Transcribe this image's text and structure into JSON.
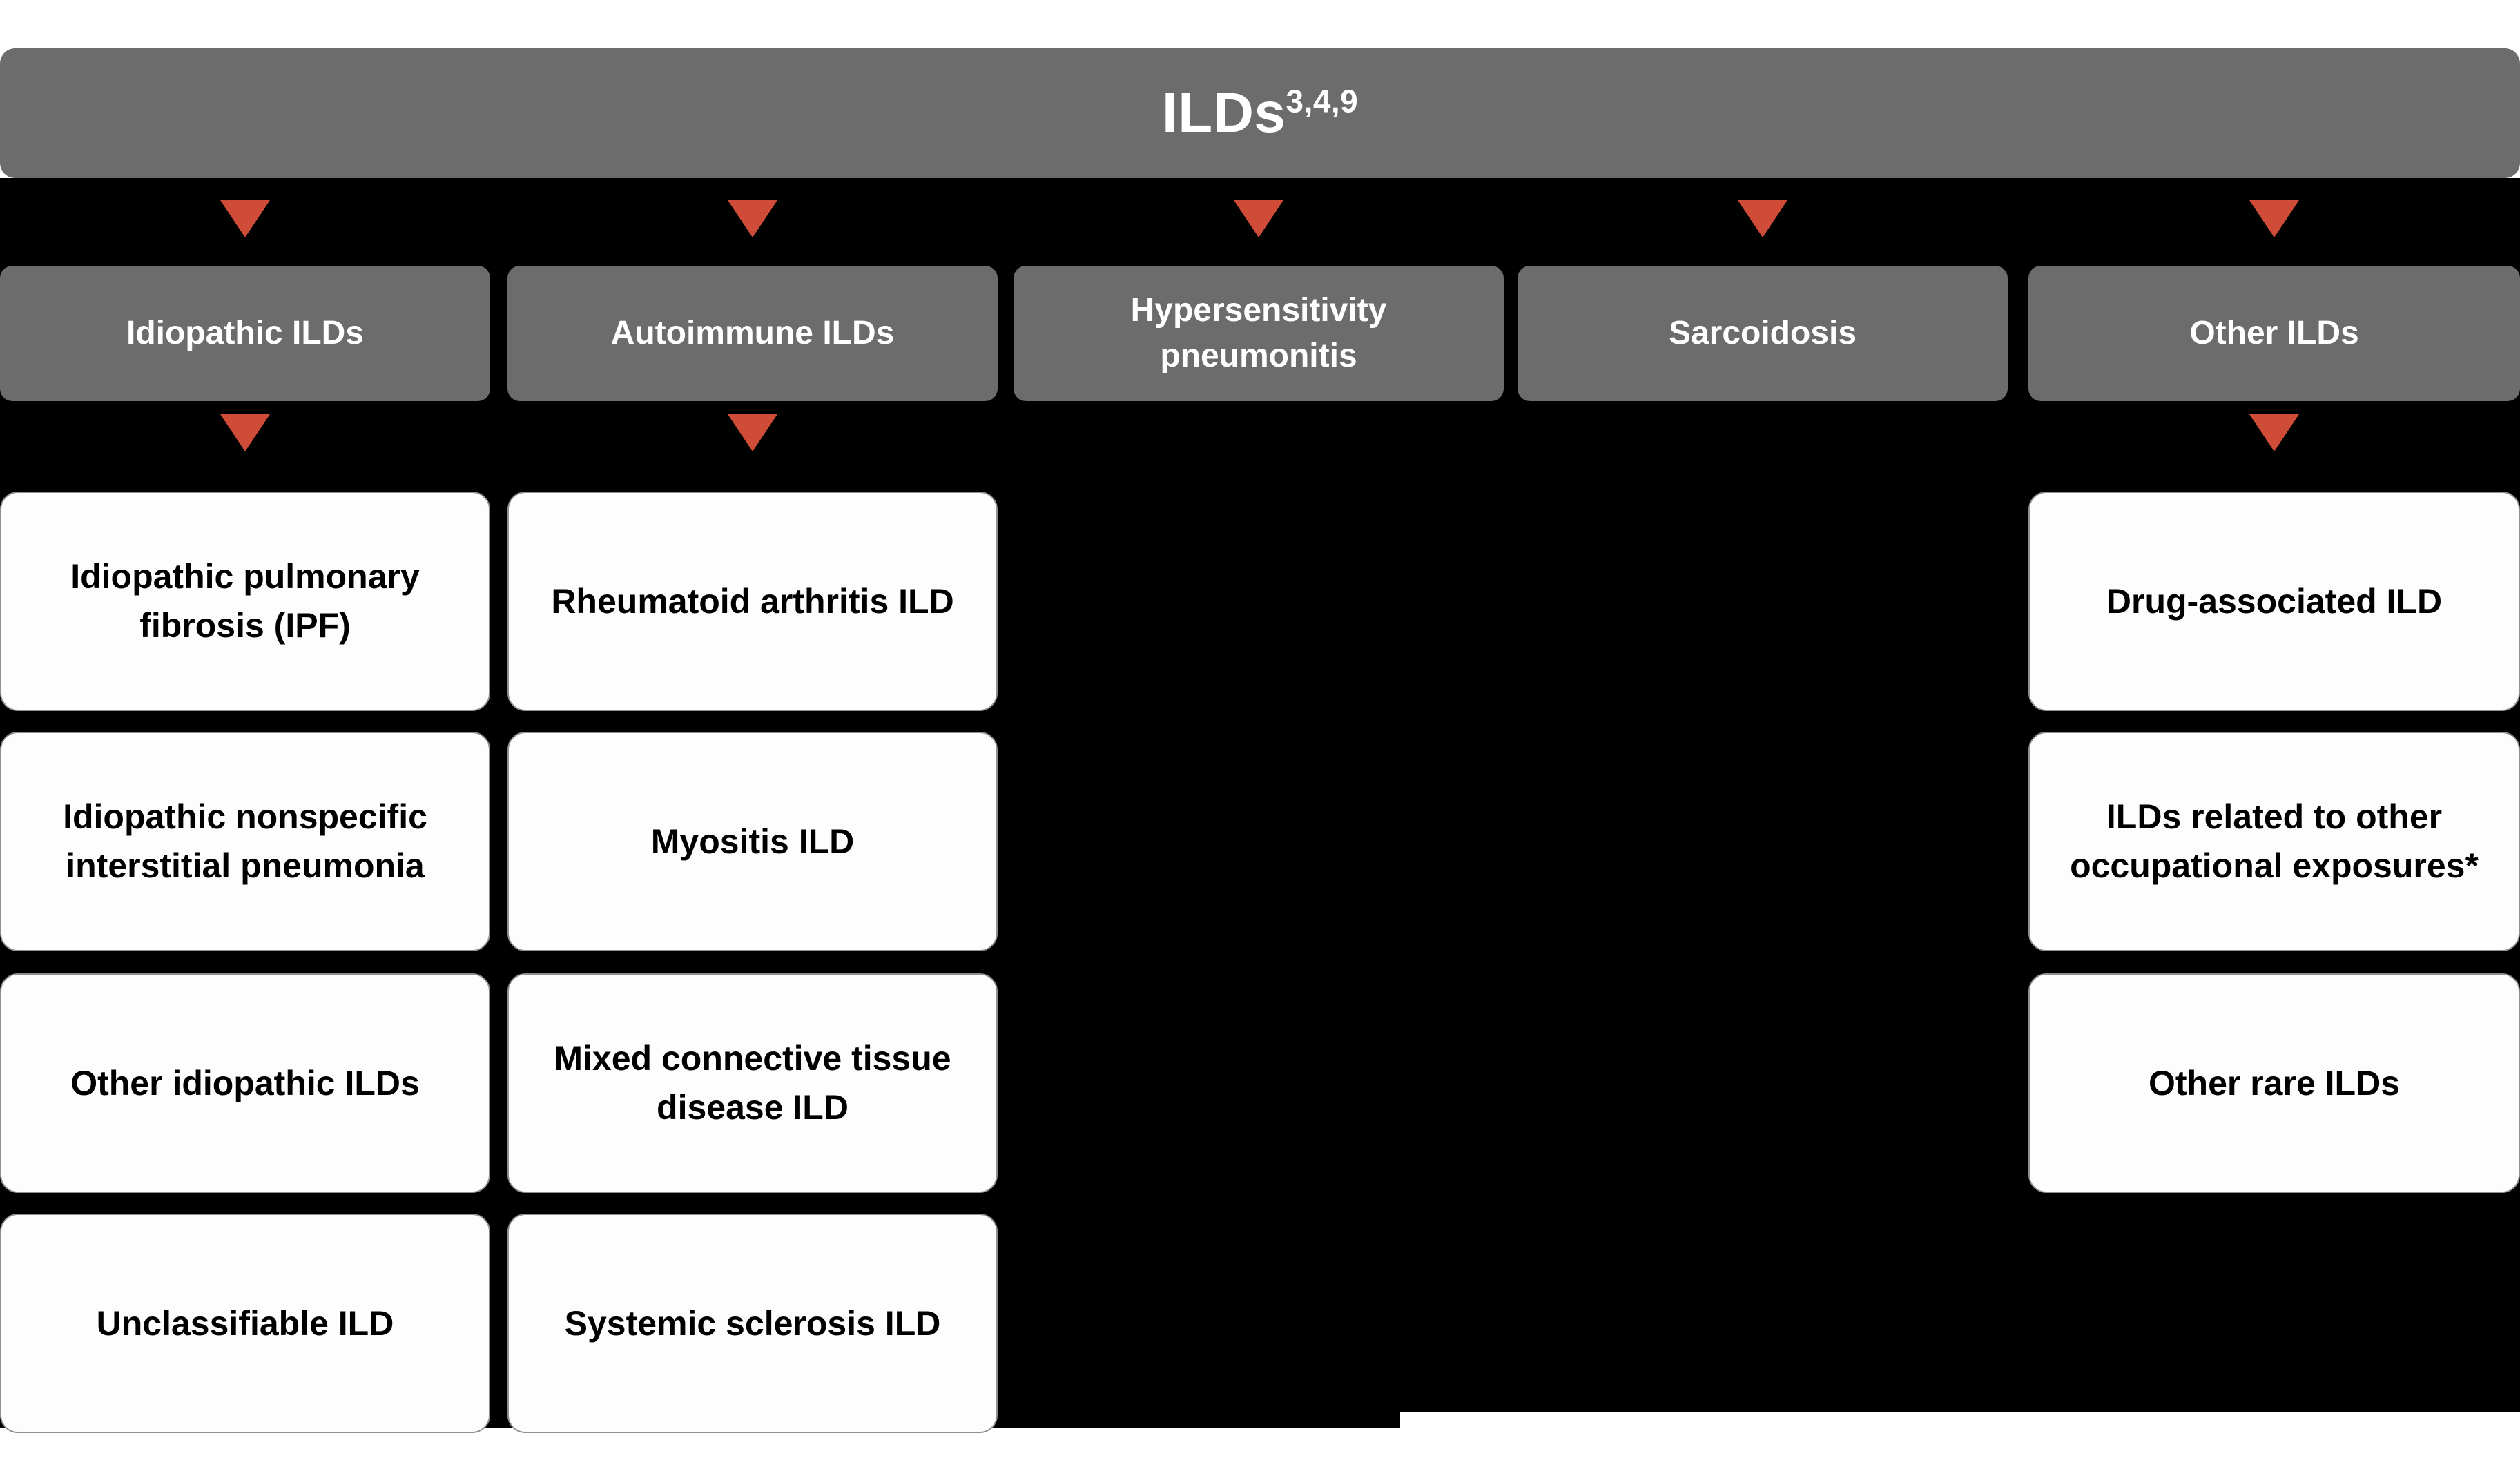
{
  "diagram": {
    "root": {
      "label": "ILDs",
      "superscript": "3,4,9"
    },
    "colors": {
      "root_fill": "#6b6c6b",
      "category_fill": "#6b6c6b",
      "leaf_fill": "#fdfdfd",
      "leaf_border": "#8f8f8f",
      "arrow": "#cf4d38",
      "canvas": "#000000",
      "root_text": "#ffffff",
      "leaf_text": "#000000"
    },
    "categories": [
      {
        "label": "Idiopathic ILDs",
        "has_children_arrow": true,
        "children": [
          {
            "label": "Idiopathic pulmonary fibrosis (IPF)"
          },
          {
            "label": "Idiopathic nonspecific interstitial pneumonia"
          },
          {
            "label": "Other idiopathic ILDs"
          },
          {
            "label": "Unclassifiable ILD"
          }
        ]
      },
      {
        "label": "Autoimmune ILDs",
        "has_children_arrow": true,
        "children": [
          {
            "label": "Rheumatoid arthritis ILD"
          },
          {
            "label": "Myositis ILD"
          },
          {
            "label": "Mixed connective tissue disease ILD"
          },
          {
            "label": "Systemic sclerosis ILD"
          }
        ]
      },
      {
        "label": "Hypersensitivity pneumonitis",
        "has_children_arrow": false,
        "children": []
      },
      {
        "label": "Sarcoidosis",
        "has_children_arrow": false,
        "children": []
      },
      {
        "label": "Other ILDs",
        "has_children_arrow": true,
        "children": [
          {
            "label": "Drug-associated ILD"
          },
          {
            "label": "ILDs related to other occupational exposures*"
          },
          {
            "label": "Other rare ILDs"
          }
        ]
      }
    ]
  }
}
